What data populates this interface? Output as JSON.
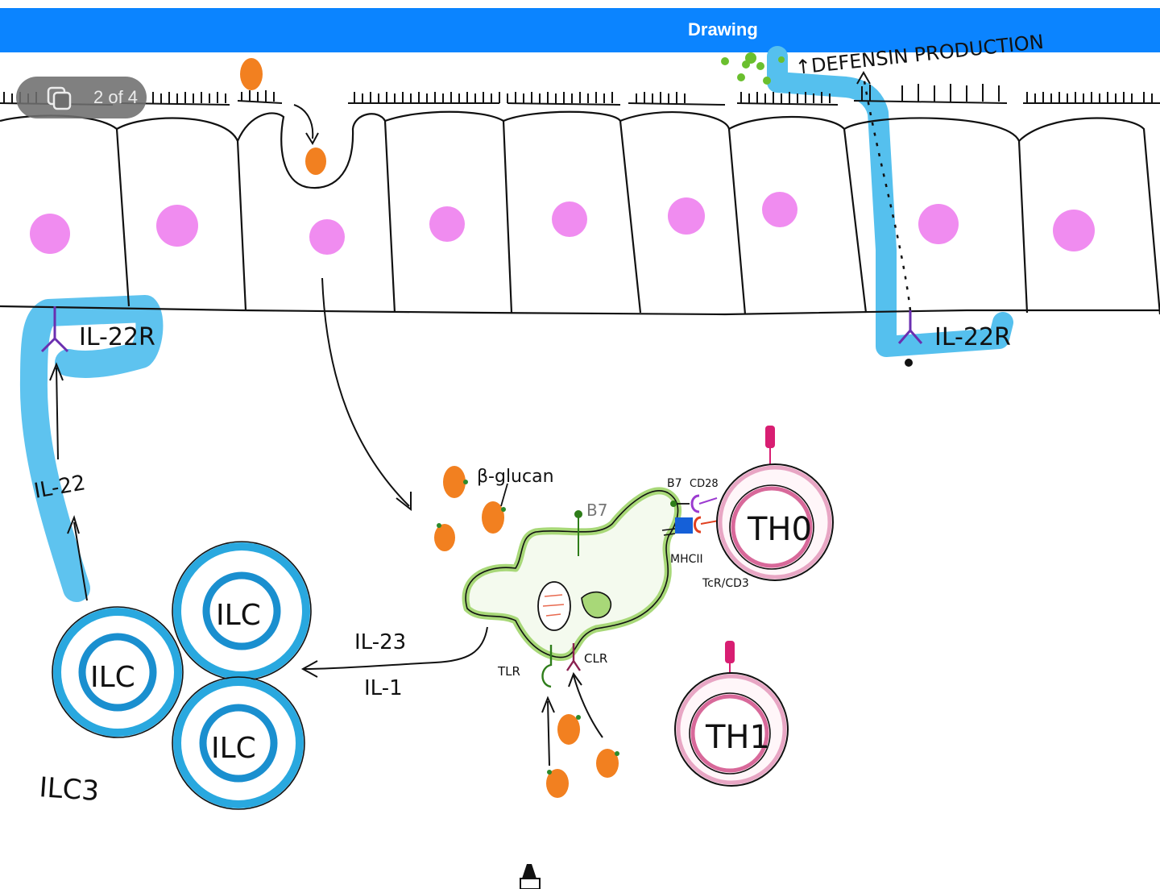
{
  "app": {
    "title": "Drawing"
  },
  "page_indicator": {
    "label": "2 of 4",
    "icon": "pages-copy-icon"
  },
  "drawing": {
    "labels": {
      "defensin": "↑DEFENSIN PRODUCTION",
      "il22r_left": "IL-22R",
      "il22r_right": "IL-22R",
      "il22": "IL-22",
      "beta_glucan": "β-glucan",
      "b7_top": "B7",
      "b7_small": "B7",
      "cd28": "CD28",
      "mhc2": "MHCII",
      "tcr_cd3": "TcR/CD3",
      "th0": "TH0",
      "th1": "TH1",
      "il23": "IL-23",
      "il1": "IL-1",
      "tlr": "TLR",
      "clr": "CLR",
      "ilc_1": "ILC",
      "ilc_2": "ILC",
      "ilc_3": "ILC",
      "ilc3_group": "ILC3"
    },
    "colors": {
      "nucleus": "#f08cf0",
      "microbe": "#f28020",
      "ilc_blue": "#29a8df",
      "il22_highlight": "#55c0ee",
      "dendritic_cell": "#a8d878",
      "t_cell": "#d8699a",
      "receptor_purple": "#6a2fb0",
      "mhc_blue": "#1560d8",
      "defensin_green": "#6abf2e"
    }
  }
}
